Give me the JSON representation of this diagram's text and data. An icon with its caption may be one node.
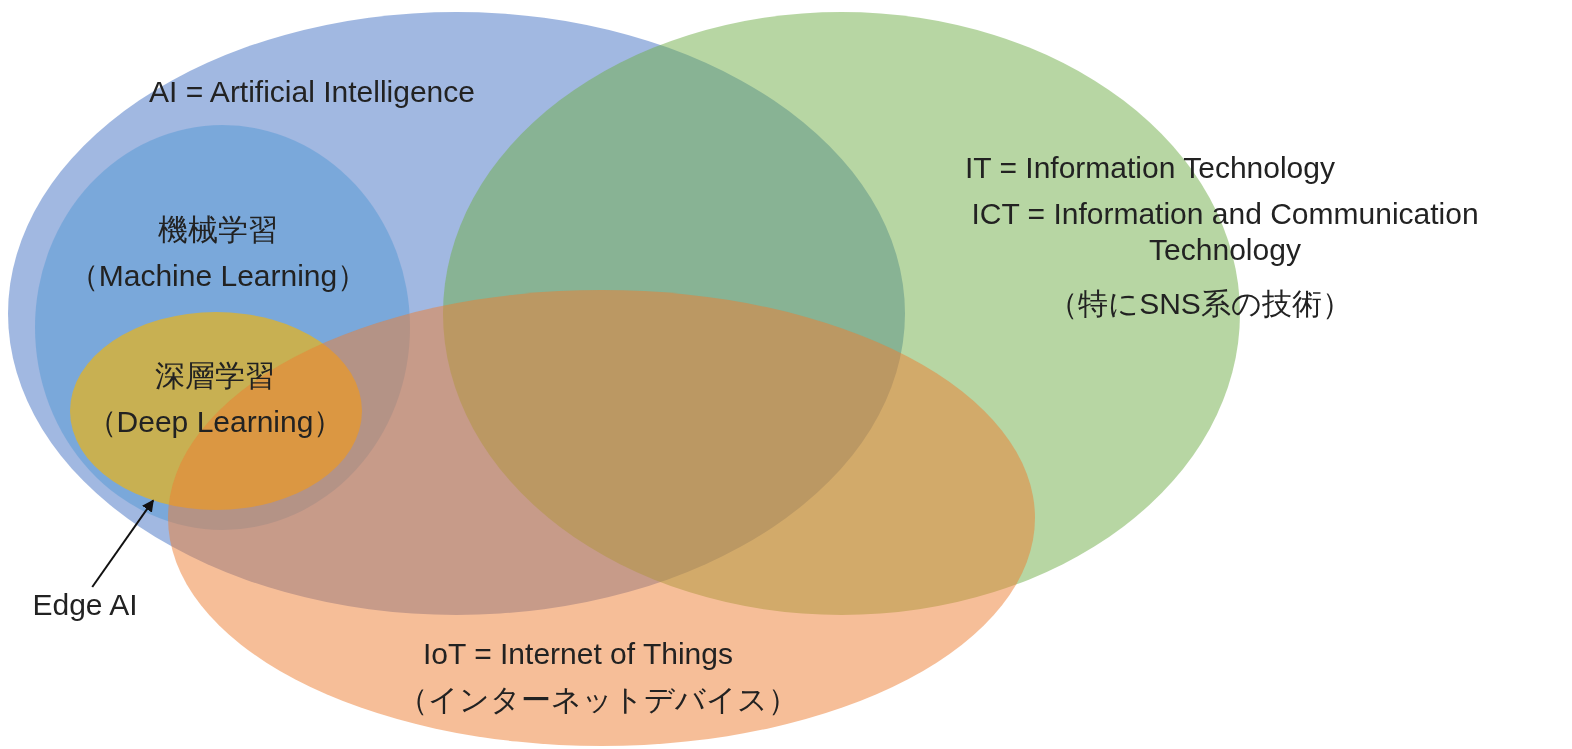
{
  "diagram": {
    "nodes": [
      {
        "text": [
          "AI = Artificial Intelligence"
        ]
      },
      {
        "text": [
          "機械学習",
          "（Machine Learning）"
        ],
        "in": 0
      },
      {
        "text": [
          "深層学習",
          "（Deep Learning）"
        ],
        "in": 1
      },
      {
        "text": [
          "IT = Information Technology",
          "ICT = Information and Communication Technology",
          "（特にSNS系の技術）"
        ]
      },
      {
        "text": [
          "IoT = Internet of Things",
          "（インターネットデバイス）"
        ]
      },
      {
        "text": [
          "Edge AI"
        ]
      }
    ],
    "edges": [
      {
        "from": 5,
        "to": 2,
        "arrow": "to"
      }
    ]
  }
}
